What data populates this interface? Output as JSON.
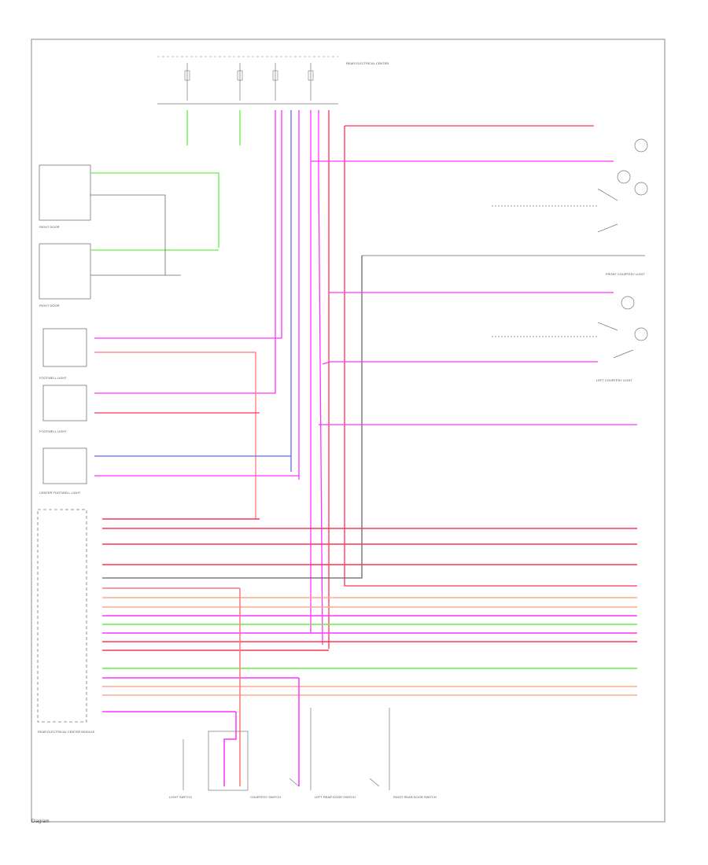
{
  "colors": {
    "wire_pink": "#ff33ff",
    "wire_red": "#ff3355",
    "wire_lightred": "#ff7777",
    "wire_green": "#66ee44",
    "wire_blue": "#6666ff",
    "wire_black": "#666666",
    "wire_orange": "#ffaa88",
    "component": "#777777",
    "border": "#888888"
  },
  "components": {
    "rear_left_door": "RIGHT DOOR",
    "rear_right_door": "RIGHT DOOR",
    "footwell_left": "FOOTWELL LIGHT",
    "footwell_right": "FOOTWELL LIGHT",
    "center_footwell": "CENTER FOOTWELL LIGHT",
    "rear_module": "REAR ELECTRICAL CENTER MODULE",
    "front_courtesy": "FRONT COURTESY LIGHT",
    "left_courtesy": "LEFT COURTESY LIGHT",
    "bottom_switch_1": "LIGHT SWITCH",
    "bottom_switch_2": "COURTESY SWITCH",
    "bottom_switch_3": "LEFT REAR DOOR SWITCH",
    "bottom_switch_4": "RIGHT REAR DOOR SWITCH",
    "fuse_box": "REAR ELECTRICAL CENTER"
  },
  "footer": "Diagram"
}
